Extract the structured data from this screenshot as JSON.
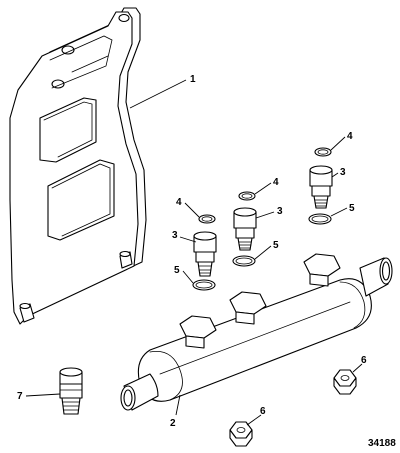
{
  "callouts": {
    "c1": "1",
    "c2": "2",
    "c3a": "3",
    "c3b": "3",
    "c3c": "3",
    "c4a": "4",
    "c4b": "4",
    "c4c": "4",
    "c5a": "5",
    "c5b": "5",
    "c5c": "5",
    "c6a": "6",
    "c6b": "6",
    "c7": "7"
  },
  "figure_number": "34188"
}
